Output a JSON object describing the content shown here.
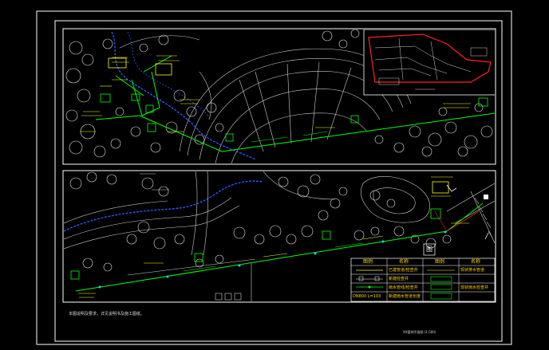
{
  "drawing": {
    "north_label": "图",
    "note_text": "本图说明及要求，详见说明书及施工图纸。",
    "title_block": "XX管线平面图 (1:500)",
    "pipe_spec": "DN800 L=103",
    "colors": {
      "background": "#000000",
      "frame": "#ffffff",
      "pipe": "#00ff00",
      "river": "#2f5bff",
      "annotation": "#ffff00",
      "boundary": "#ff2020",
      "trees": "#e0e0e0"
    }
  },
  "legend": {
    "headers": [
      "图例",
      "名称",
      "图例",
      "名称"
    ],
    "rows": [
      [
        "",
        "已建管道/检查井",
        "",
        "现状排水管道"
      ],
      [
        "",
        "新建检查井",
        "",
        ""
      ],
      [
        "",
        "雨水管线/检查井",
        "",
        "现状雨水检查井"
      ],
      [
        "DN800 L=103",
        "新建雨水管道长度",
        "",
        ""
      ]
    ]
  }
}
